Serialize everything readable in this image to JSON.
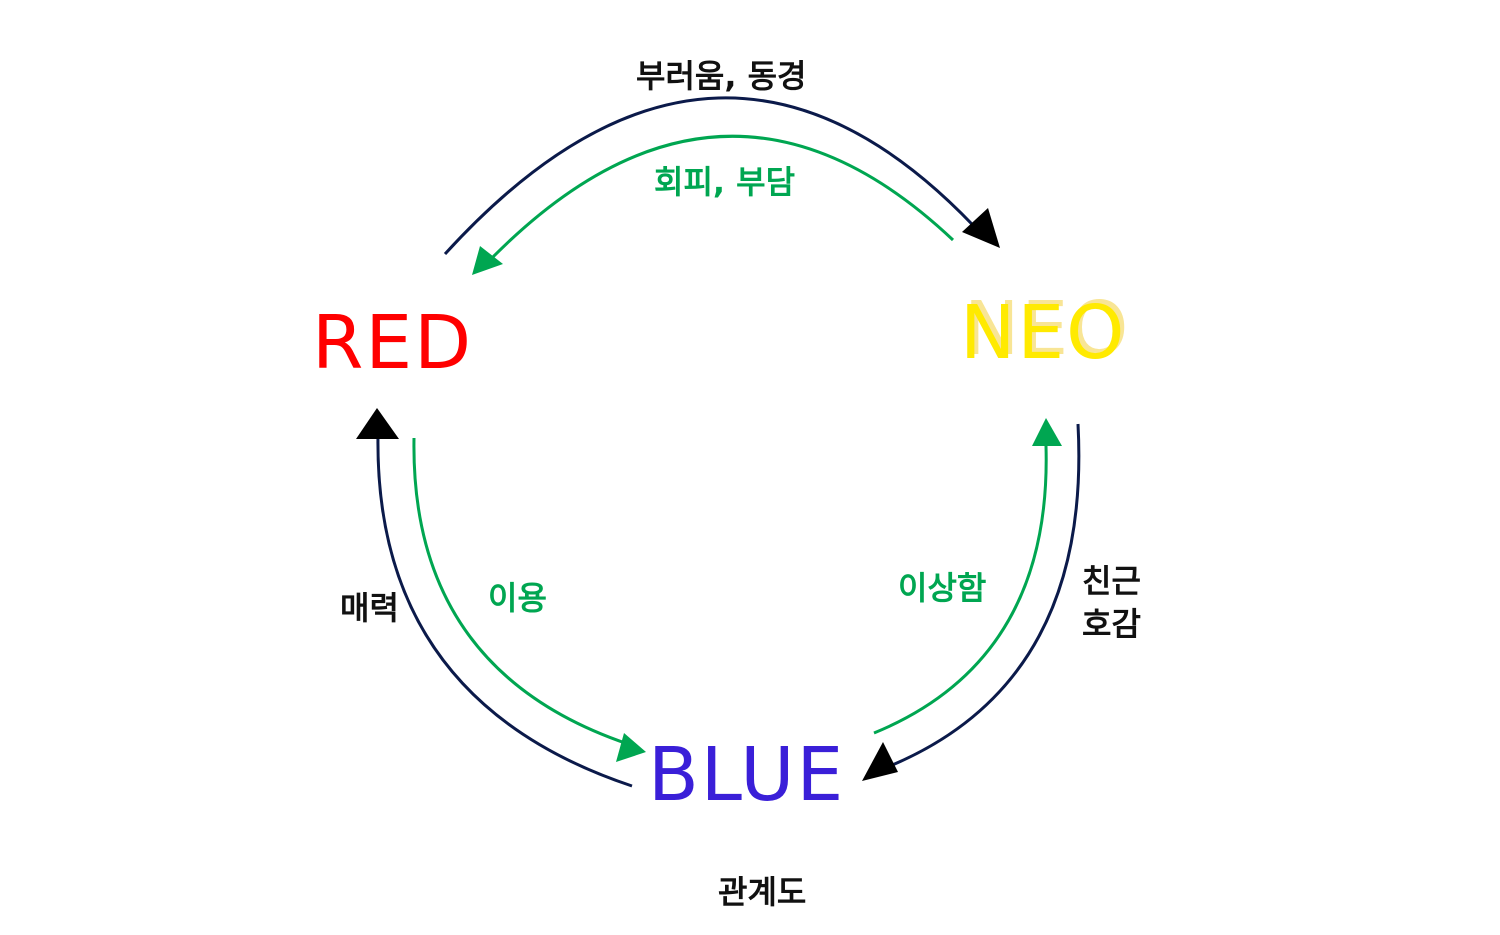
{
  "nodes": {
    "red": {
      "label": "RED",
      "color": "#ff0000"
    },
    "neo": {
      "label": "NEO",
      "color": "#ffea00"
    },
    "blue": {
      "label": "BLUE",
      "color": "#3a1fd8"
    }
  },
  "edges": {
    "red_to_neo": {
      "label": "부러움, 동경",
      "color": "#0b1a4a"
    },
    "neo_to_red": {
      "label": "회피, 부담",
      "color": "#00a651"
    },
    "blue_to_red": {
      "label": "매력",
      "color": "#0b1a4a"
    },
    "red_to_blue": {
      "label": "이용",
      "color": "#00a651"
    },
    "blue_to_neo": {
      "label": "이상함",
      "color": "#00a651"
    },
    "neo_to_blue": {
      "label_line1": "친근",
      "label_line2": "호감",
      "color": "#0b1a4a"
    }
  },
  "caption": "관계도"
}
